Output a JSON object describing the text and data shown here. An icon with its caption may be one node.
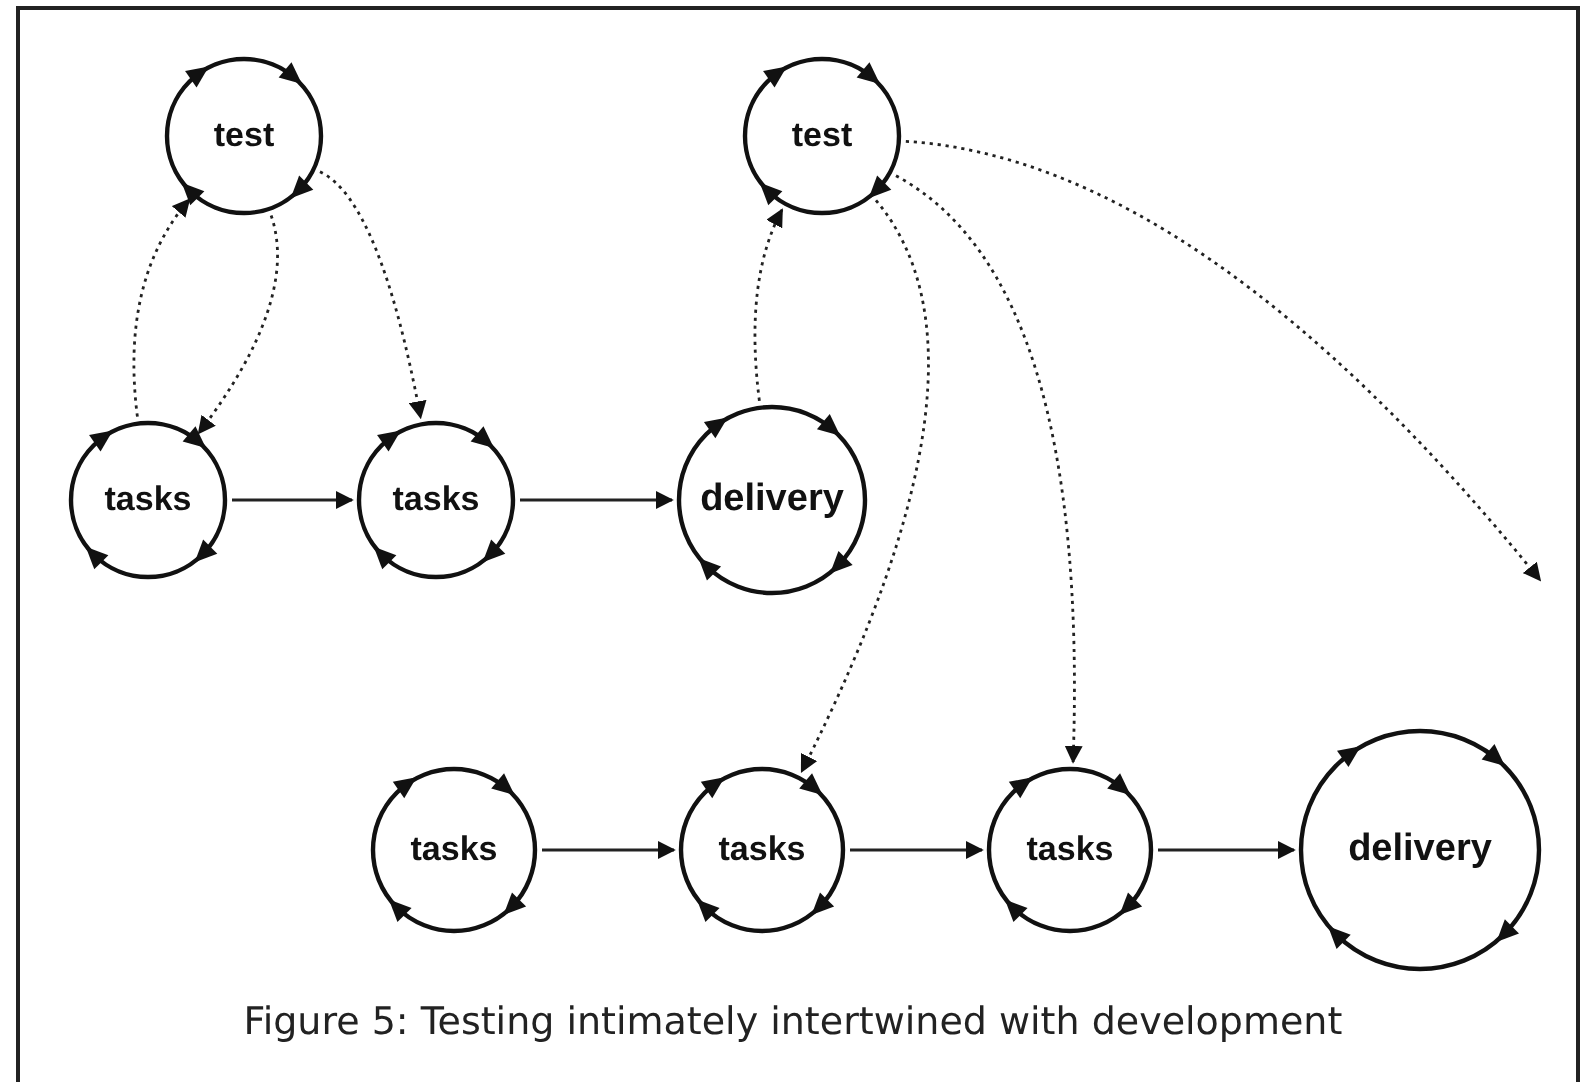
{
  "diagram": {
    "caption": "Figure 5: Testing intimately intertwined with development",
    "nodes": [
      {
        "text": [
          "test"
        ]
      },
      {
        "text": [
          "tasks"
        ]
      },
      {
        "text": [
          "tasks"
        ]
      },
      {
        "text": [
          "delivery"
        ]
      },
      {
        "text": [
          "test"
        ]
      },
      {
        "text": [
          "tasks"
        ]
      },
      {
        "text": [
          "tasks"
        ]
      },
      {
        "text": [
          "tasks"
        ]
      },
      {
        "text": [
          "delivery"
        ]
      }
    ],
    "edges": [
      {
        "from": 1,
        "to": 0,
        "arrow": "to",
        "style": "dashed"
      },
      {
        "from": 0,
        "to": 1,
        "arrow": "to",
        "style": "dashed"
      },
      {
        "from": 0,
        "to": 2,
        "arrow": "to",
        "style": "dashed"
      },
      {
        "from": 3,
        "to": 4,
        "arrow": "to",
        "style": "dashed"
      },
      {
        "from": 4,
        "to": 6,
        "arrow": "to",
        "style": "dashed"
      },
      {
        "from": 4,
        "to": 7,
        "arrow": "to",
        "style": "dashed"
      },
      {
        "from": 4,
        "to": null,
        "arrow": "to",
        "style": "dashed"
      },
      {
        "from": 1,
        "to": 2,
        "arrow": "to"
      },
      {
        "from": 2,
        "to": 3,
        "arrow": "to"
      },
      {
        "from": 5,
        "to": 6,
        "arrow": "to"
      },
      {
        "from": 6,
        "to": 7,
        "arrow": "to"
      },
      {
        "from": 7,
        "to": 8,
        "arrow": "to"
      }
    ]
  }
}
